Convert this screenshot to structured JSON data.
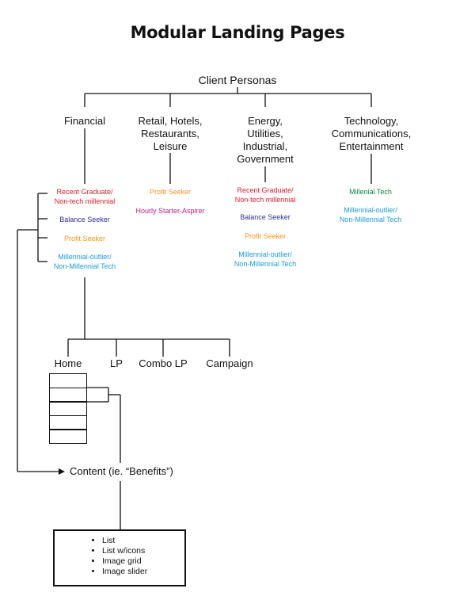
{
  "title": "Modular Landing Pages",
  "root": "Client Personas",
  "categories": {
    "financial": "Financial",
    "retail": [
      "Retail, Hotels,",
      "Restaurants,",
      "Leisure"
    ],
    "energy": [
      "Energy,",
      "Utilities,",
      "Industrial,",
      "Government"
    ],
    "tech": [
      "Technology,",
      "Communications,",
      "Entertainment"
    ]
  },
  "personas": {
    "financial": [
      {
        "lines": [
          "Recent Graduate/",
          "Non-tech millennial"
        ],
        "color": "#d8232a"
      },
      {
        "lines": [
          "Balance Seeker"
        ],
        "color": "#2e3192"
      },
      {
        "lines": [
          "Profit Seeker"
        ],
        "color": "#f7941d"
      },
      {
        "lines": [
          "Millennial-outlier/",
          "Non-Millennial Tech"
        ],
        "color": "#1b9cd8"
      }
    ],
    "retail": [
      {
        "lines": [
          "Profit Seeker"
        ],
        "color": "#f7941d"
      },
      {
        "lines": [
          "Hourly Starter-Aspirer"
        ],
        "color": "#c5198d"
      }
    ],
    "energy": [
      {
        "lines": [
          "Recent Graduate/",
          "Non-tech millennial"
        ],
        "color": "#d8232a"
      },
      {
        "lines": [
          "Balance Seeker"
        ],
        "color": "#2e3192"
      },
      {
        "lines": [
          "Profit Seeker"
        ],
        "color": "#f7941d"
      },
      {
        "lines": [
          "Millennial-outlier/",
          "Non-Millennial Tech"
        ],
        "color": "#1b9cd8"
      }
    ],
    "tech": [
      {
        "lines": [
          "Millenial Tech"
        ],
        "color": "#0a8a3c"
      },
      {
        "lines": [
          "Millennial-outlier/",
          "Non-Millennial Tech"
        ],
        "color": "#1b9cd8"
      }
    ]
  },
  "page_types": [
    "Home",
    "LP",
    "Combo LP",
    "Campaign"
  ],
  "content_label": "Content (ie. “Benefits”)",
  "content_items": [
    "List",
    "List w/icons",
    "Image grid",
    "Image slider"
  ]
}
